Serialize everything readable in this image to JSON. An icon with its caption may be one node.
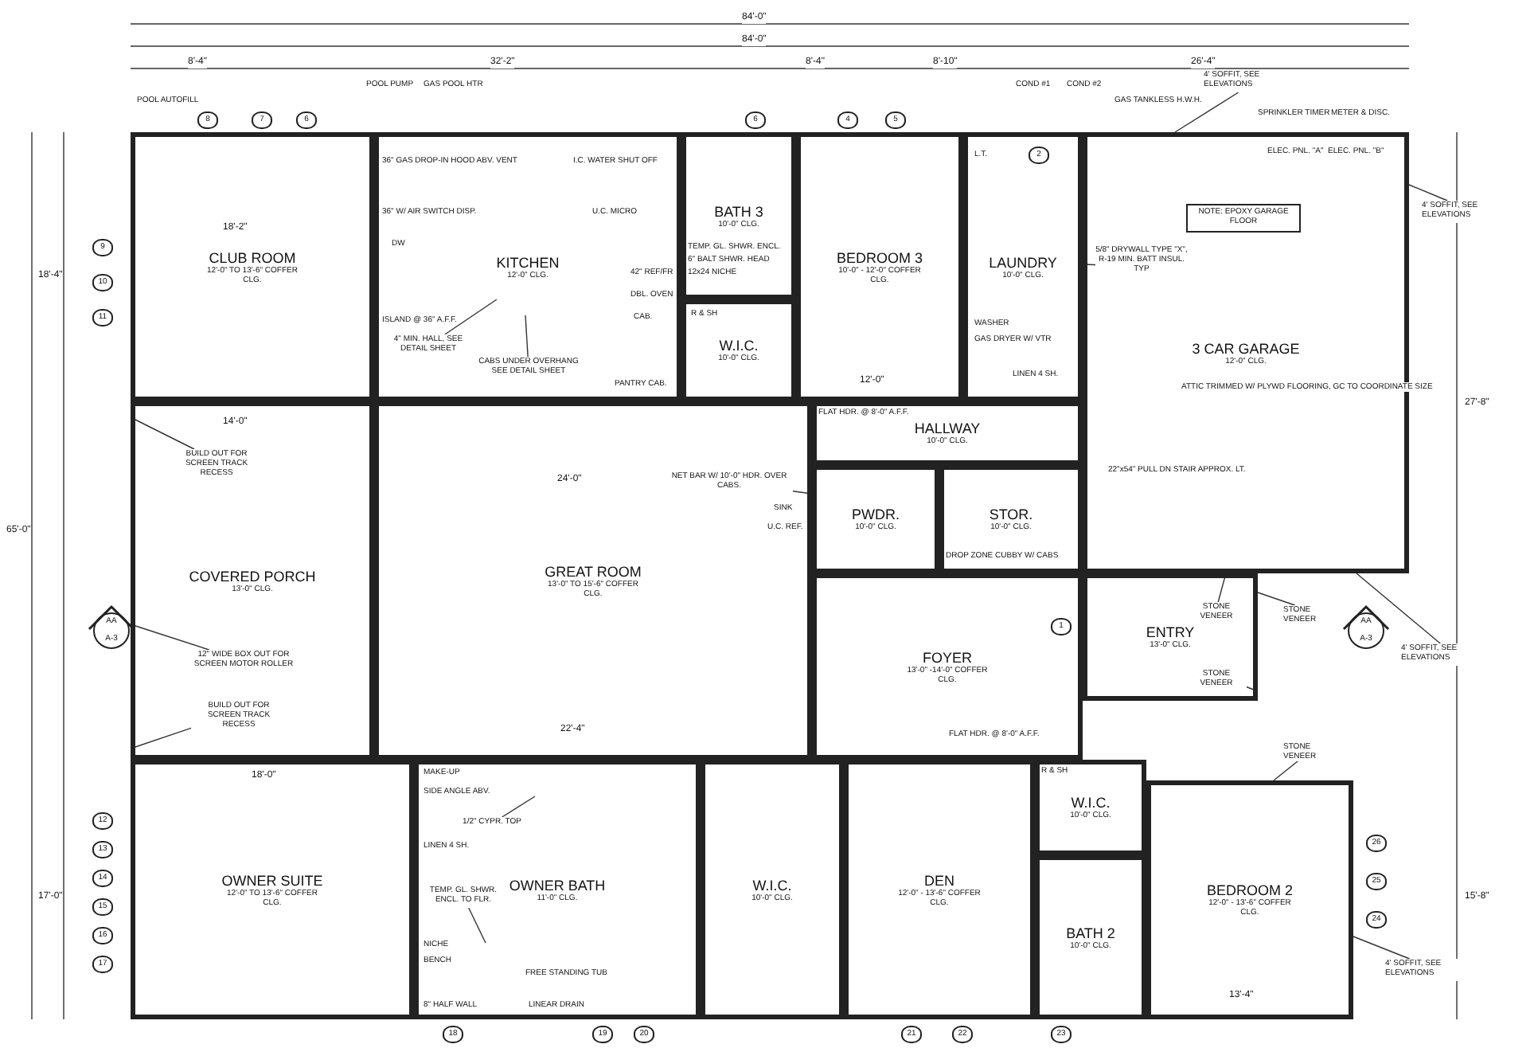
{
  "diagram": {
    "nodes": [
      {
        "text": [
          "CLUB ROOM",
          "12'-0\" TO 13'-6\" COFFER CLG."
        ]
      },
      {
        "text": [
          "KITCHEN",
          "12'-0\" CLG."
        ]
      },
      {
        "text": [
          "BATH 3",
          "10'-0\" CLG."
        ]
      },
      {
        "text": [
          "BEDROOM 3",
          "10'-0\" - 12'-0\" COFFER CLG."
        ]
      },
      {
        "text": [
          "LAUNDRY",
          "10'-0\" CLG."
        ]
      },
      {
        "text": [
          "3 CAR GARAGE",
          "12'-0\" CLG."
        ]
      },
      {
        "text": [
          "W.I.C.",
          "10'-0\" CLG."
        ]
      },
      {
        "text": [
          "HALLWAY",
          "10'-0\" CLG."
        ]
      },
      {
        "text": [
          "PWDR.",
          "10'-0\" CLG."
        ]
      },
      {
        "text": [
          "STOR.",
          "10'-0\" CLG."
        ]
      },
      {
        "text": [
          "COVERED PORCH",
          "13'-0\" CLG."
        ]
      },
      {
        "text": [
          "GREAT ROOM",
          "13'-0\" TO 15'-6\" COFFER CLG."
        ]
      },
      {
        "text": [
          "FOYER",
          "13'-0\" -14'-0\" COFFER CLG."
        ]
      },
      {
        "text": [
          "ENTRY",
          "13'-0\" CLG."
        ]
      },
      {
        "text": [
          "OWNER SUITE",
          "12'-0\" TO 13'-6\" COFFER CLG."
        ]
      },
      {
        "text": [
          "OWNER BATH",
          "11'-0\" CLG."
        ]
      },
      {
        "text": [
          "W.I.C.",
          "10'-0\" CLG."
        ]
      },
      {
        "text": [
          "DEN",
          "12'-0\" - 13'-6\" COFFER CLG."
        ]
      },
      {
        "text": [
          "W.I.C.",
          "10'-0\" CLG."
        ]
      },
      {
        "text": [
          "BATH 2",
          "10'-0\" CLG."
        ]
      },
      {
        "text": [
          "BEDROOM 2",
          "12'-0\" - 13'-6\" COFFER CLG."
        ]
      },
      {
        "text": [
          "4' SOFFIT, SEE ELEVATIONS"
        ]
      },
      {
        "text": [
          "NOTE: EPOXY GARAGE FLOOR"
        ],
        "in": 5
      },
      {
        "text": [
          "5/8\" DRYWALL TYPE \"X\", R-19 MIN. BATT INSUL. TYP"
        ],
        "in": 5
      },
      {
        "text": [
          "4' SOFFIT, SEE ELEVATIONS"
        ]
      },
      {
        "text": [
          "CABS UNDER OVERHANG SEE DETAIL SHEET"
        ],
        "in": 1
      },
      {
        "text": [
          "4\" MIN. HALL, SEE DETAIL SHEET"
        ],
        "in": 1
      },
      {
        "text": [
          "NET BAR W/ 10'-0\" HDR. OVER CABS."
        ],
        "in": 11
      },
      {
        "text": [
          "BUILD OUT FOR SCREEN TRACK RECESS"
        ],
        "in": 10
      },
      {
        "text": [
          "12\" WIDE BOX OUT FOR SCREEN MOTOR ROLLER"
        ],
        "in": 10
      },
      {
        "text": [
          "BUILD OUT FOR SCREEN TRACK RECESS"
        ],
        "in": 10
      },
      {
        "text": [
          "STONE VENEER"
        ],
        "in": 13
      },
      {
        "text": [
          "STONE VENEER"
        ],
        "in": 13
      },
      {
        "text": [
          "STONE VENEER"
        ]
      },
      {
        "text": [
          "4' SOFFIT, SEE ELEVATIONS"
        ]
      },
      {
        "text": [
          "STONE VENEER"
        ]
      },
      {
        "text": [
          "1/2\" CYPR. TOP"
        ],
        "in": 15
      },
      {
        "text": [
          "TEMP. GL. SHWR. ENCL. TO FLR."
        ],
        "in": 15
      },
      {
        "text": [
          "4' SOFFIT, SEE ELEVATIONS"
        ]
      }
    ],
    "edges": [
      {
        "from": 21,
        "to": 5,
        "arrow": "none"
      },
      {
        "from": 23,
        "to": 5,
        "arrow": "none"
      },
      {
        "from": 24,
        "to": 5,
        "arrow": "none"
      },
      {
        "from": 25,
        "to": null,
        "arrow": "none"
      },
      {
        "from": 26,
        "to": null,
        "arrow": "none"
      },
      {
        "from": 27,
        "to": 11,
        "arrow": "none"
      },
      {
        "from": 28,
        "to": 10,
        "arrow": "none"
      },
      {
        "from": 29,
        "to": 10,
        "arrow": "none"
      },
      {
        "from": 30,
        "to": 10,
        "arrow": "none"
      },
      {
        "from": 31,
        "to": 13,
        "arrow": "none"
      },
      {
        "from": 32,
        "to": 13,
        "arrow": "none"
      },
      {
        "from": 33,
        "to": 13,
        "arrow": "none"
      },
      {
        "from": 34,
        "to": 5,
        "arrow": "none"
      },
      {
        "from": 35,
        "to": 20,
        "arrow": "none"
      },
      {
        "from": 36,
        "to": null,
        "arrow": "none"
      },
      {
        "from": 37,
        "to": null,
        "arrow": "none"
      },
      {
        "from": 38,
        "to": 20,
        "arrow": "none"
      }
    ],
    "labels": [
      "84'-0\"",
      "84'-0\"",
      "8'-4\"",
      "32'-2\"",
      "8'-4\"",
      "8'-10\"",
      "26'-4\"",
      "POOL AUTOFILL",
      "POOL PUMP",
      "GAS POOL HTR",
      "COND #1",
      "COND #2",
      "GAS TANKLESS H.W.H.",
      "SPRINKLER TIMER",
      "METER & DISC.",
      "ELEC. PNL. \"A\"",
      "ELEC. PNL. \"B\"",
      "8",
      "7",
      "6",
      "6",
      "4",
      "5",
      "2",
      "9",
      "10",
      "11",
      "12",
      "13",
      "14",
      "15",
      "16",
      "17",
      "18",
      "19",
      "20",
      "21",
      "22",
      "23",
      "26",
      "25",
      "24",
      "1",
      "AA",
      "A-3",
      "AA",
      "A-3",
      "36\" GAS DROP-IN HOOD ABV. VENT",
      "I.C. WATER SHUT OFF",
      "36\" W/ AIR SWITCH DISP.",
      "U.C. MICRO",
      "DW",
      "ISLAND @ 36\" A.F.F.",
      "42\" REF/FR",
      "DBL. OVEN",
      "CAB.",
      "PANTRY CAB.",
      "TEMP. GL. SHWR. ENCL.",
      "6\" BALT SHWR. HEAD",
      "12x24 NICHE",
      "R & SH",
      "FLAT HDR. @ 8'-0\" A.F.F.",
      "WASHER",
      "GAS DRYER W/ VTR",
      "L.T.",
      "LINEN 4 SH.",
      "DROP ZONE CUBBY W/ CABS",
      "SINK",
      "U.C. REF.",
      "FLAT HDR. @ 8'-0\" A.F.F.",
      "ATTIC TRIMMED W/ PLYWD FLOORING, GC TO COORDINATE SIZE",
      "22\"x54\" PULL DN STAIR APPROX. LT.",
      "MAKE-UP",
      "SIDE ANGLE ABV.",
      "LINEN 4 SH.",
      "NICHE",
      "BENCH",
      "FREE STANDING TUB",
      "8\" HALF WALL",
      "LINEAR DRAIN",
      "R & SH",
      "18'-2\"",
      "24'-0\"",
      "22'-4\"",
      "14'-0\"",
      "12'-0\"",
      "18'-0\"",
      "13'-4\"",
      "65'-0\"",
      "18'-4\"",
      "17'-0\"",
      "27'-8\"",
      "15'-8\""
    ]
  }
}
